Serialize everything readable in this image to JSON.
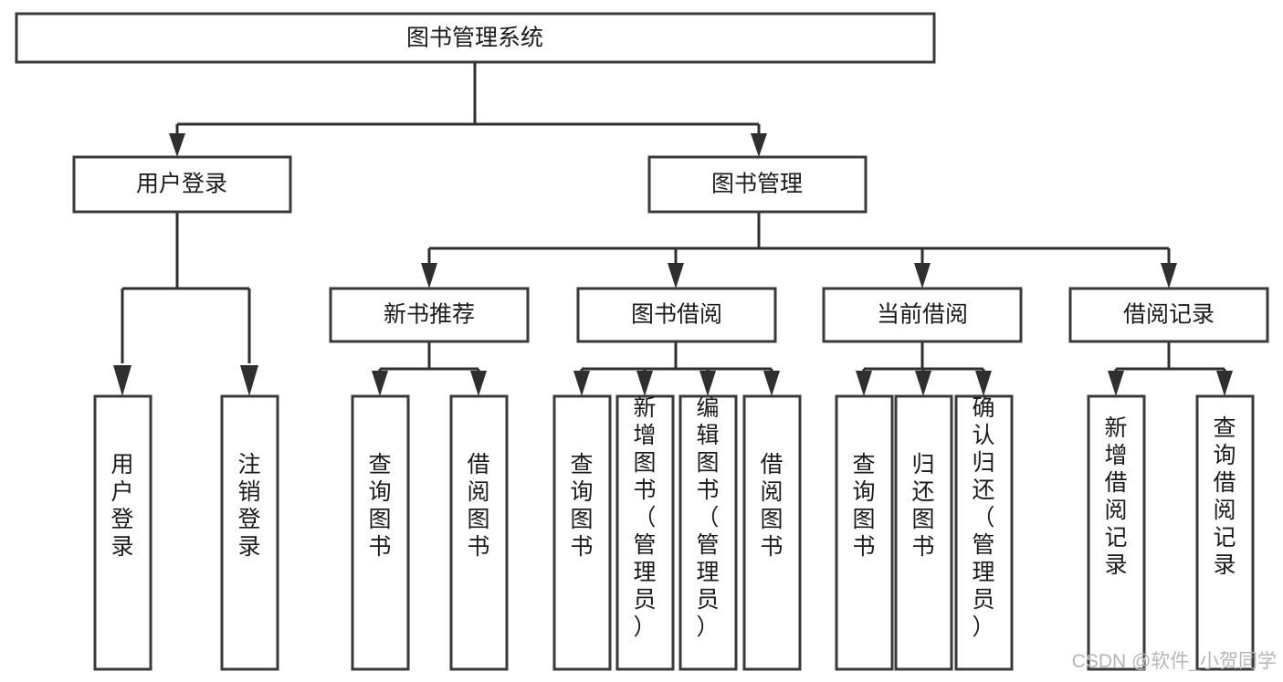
{
  "diagram": {
    "title": "图书管理系统",
    "type": "tree",
    "orientation": "top-down",
    "colors": {
      "box_stroke": "#3a3a3a",
      "box_fill": "#ffffff",
      "connector": "#2f2f2f",
      "label_text": "#1b1b1b",
      "watermark": "#b6b6b6",
      "background": "#ffffff"
    },
    "levels": {
      "level1": [
        {
          "id": "root",
          "label": "图书管理系统",
          "orientation": "horizontal"
        }
      ],
      "level2": [
        {
          "id": "user-login",
          "label": "用户登录",
          "orientation": "horizontal"
        },
        {
          "id": "book-manage",
          "label": "图书管理",
          "orientation": "horizontal"
        }
      ],
      "level3": [
        {
          "id": "new-book-rec",
          "label": "新书推荐",
          "orientation": "horizontal"
        },
        {
          "id": "book-borrow",
          "label": "图书借阅",
          "orientation": "horizontal"
        },
        {
          "id": "current-borrow",
          "label": "当前借阅",
          "orientation": "horizontal"
        },
        {
          "id": "borrow-record",
          "label": "借阅记录",
          "orientation": "horizontal"
        }
      ],
      "level4": [
        {
          "id": "leaf-user-login",
          "label": "用户登录",
          "orientation": "vertical",
          "parent": "user-login"
        },
        {
          "id": "leaf-logout",
          "label": "注销登录",
          "orientation": "vertical",
          "parent": "user-login"
        },
        {
          "id": "leaf-query-book-1",
          "label": "查询图书",
          "orientation": "vertical",
          "parent": "new-book-rec"
        },
        {
          "id": "leaf-borrow-book-1",
          "label": "借阅图书",
          "orientation": "vertical",
          "parent": "new-book-rec"
        },
        {
          "id": "leaf-query-book-2",
          "label": "查询图书",
          "orientation": "vertical",
          "parent": "book-borrow"
        },
        {
          "id": "leaf-add-book",
          "label": "新增图书（管理员）",
          "orientation": "vertical",
          "parent": "book-borrow"
        },
        {
          "id": "leaf-edit-book",
          "label": "编辑图书（管理员）",
          "orientation": "vertical",
          "parent": "book-borrow"
        },
        {
          "id": "leaf-borrow-book-2",
          "label": "借阅图书",
          "orientation": "vertical",
          "parent": "book-borrow"
        },
        {
          "id": "leaf-query-book-3",
          "label": "查询图书",
          "orientation": "vertical",
          "parent": "current-borrow"
        },
        {
          "id": "leaf-return-book",
          "label": "归还图书",
          "orientation": "vertical",
          "parent": "current-borrow"
        },
        {
          "id": "leaf-confirm-return",
          "label": "确认归还（管理员）",
          "orientation": "vertical",
          "parent": "current-borrow"
        },
        {
          "id": "leaf-add-record",
          "label": "新增借阅记录",
          "orientation": "vertical",
          "parent": "borrow-record"
        },
        {
          "id": "leaf-query-record",
          "label": "查询借阅记录",
          "orientation": "vertical",
          "parent": "borrow-record"
        }
      ]
    },
    "edges": [
      {
        "from": "root",
        "to": "user-login"
      },
      {
        "from": "root",
        "to": "book-manage"
      },
      {
        "from": "user-login",
        "to": "leaf-user-login"
      },
      {
        "from": "user-login",
        "to": "leaf-logout"
      },
      {
        "from": "book-manage",
        "to": "new-book-rec"
      },
      {
        "from": "book-manage",
        "to": "book-borrow"
      },
      {
        "from": "book-manage",
        "to": "current-borrow"
      },
      {
        "from": "book-manage",
        "to": "borrow-record"
      },
      {
        "from": "new-book-rec",
        "to": "leaf-query-book-1"
      },
      {
        "from": "new-book-rec",
        "to": "leaf-borrow-book-1"
      },
      {
        "from": "book-borrow",
        "to": "leaf-query-book-2"
      },
      {
        "from": "book-borrow",
        "to": "leaf-add-book"
      },
      {
        "from": "book-borrow",
        "to": "leaf-edit-book"
      },
      {
        "from": "book-borrow",
        "to": "leaf-borrow-book-2"
      },
      {
        "from": "current-borrow",
        "to": "leaf-query-book-3"
      },
      {
        "from": "current-borrow",
        "to": "leaf-return-book"
      },
      {
        "from": "current-borrow",
        "to": "leaf-confirm-return"
      },
      {
        "from": "borrow-record",
        "to": "leaf-add-record"
      },
      {
        "from": "borrow-record",
        "to": "leaf-query-record"
      }
    ]
  },
  "watermark": {
    "text": "CSDN @软件_小贺同学"
  }
}
